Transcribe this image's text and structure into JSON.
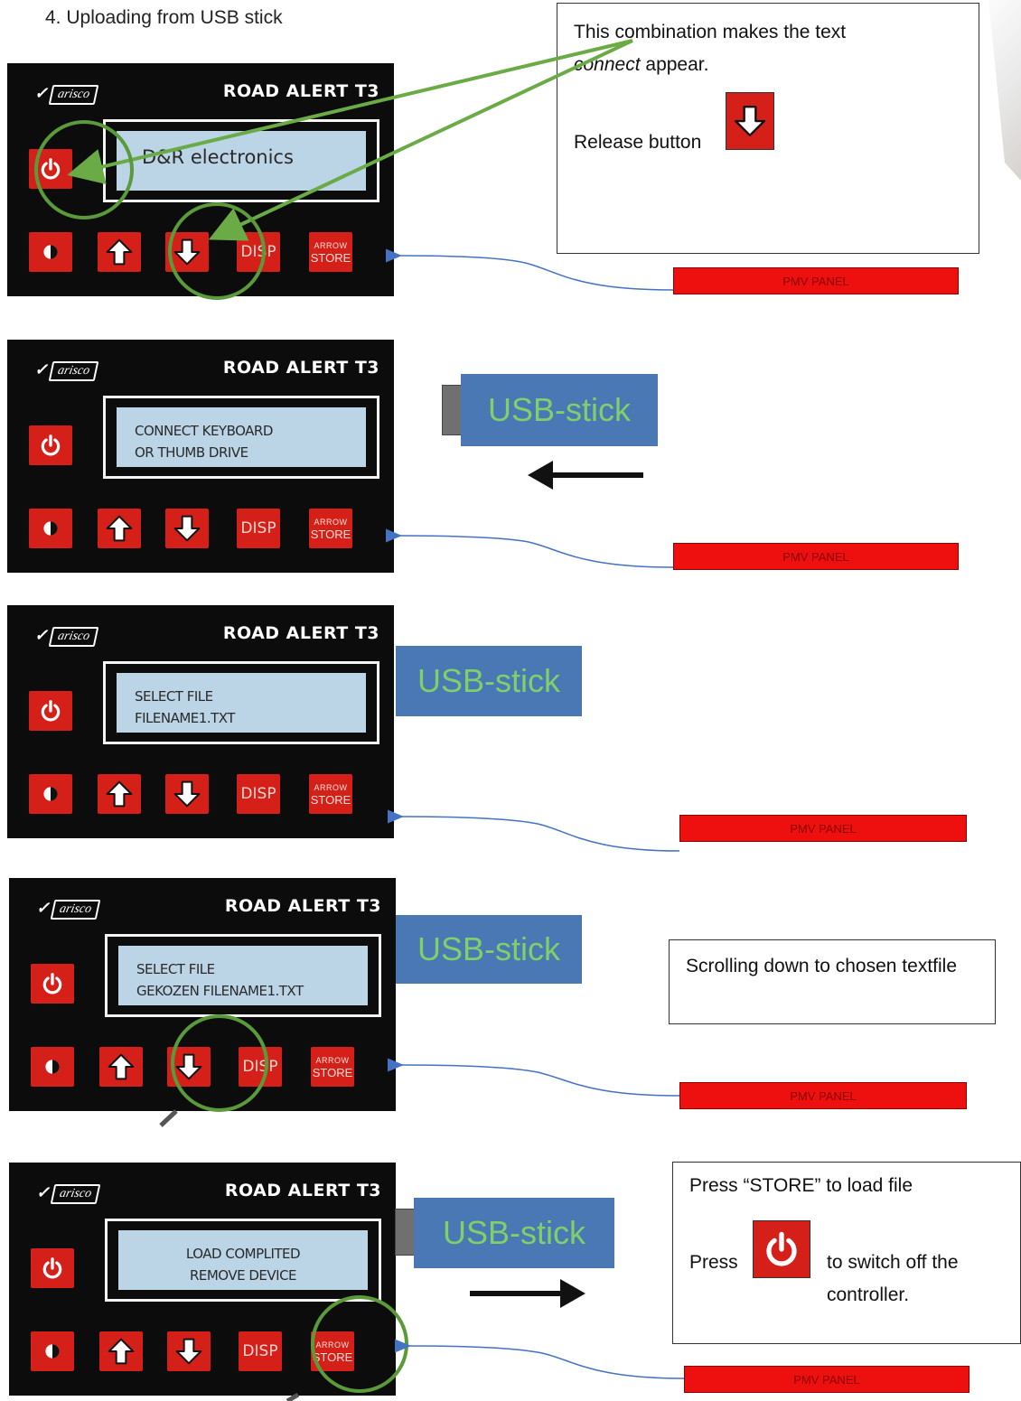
{
  "heading": "4.   Uploading from USB stick",
  "brand": {
    "logo": "arisco",
    "model": "ROAD ALERT T3"
  },
  "buttons": {
    "disp": "DISP",
    "store_top": "ARROW",
    "store_bottom": "STORE"
  },
  "usb_label": "USB-stick",
  "pmv_label": "PMV PANEL",
  "panels": [
    {
      "lcd_lines": [
        "D&R electronics"
      ]
    },
    {
      "lcd_lines": [
        "CONNECT KEYBOARD",
        "OR THUMB DRIVE"
      ]
    },
    {
      "lcd_lines": [
        "SELECT FILE",
        "FILENAME1.TXT"
      ]
    },
    {
      "lcd_lines": [
        "SELECT FILE",
        "GEKOZEN FILENAME1.TXT"
      ]
    },
    {
      "lcd_lines": [
        "LOAD COMPLITED",
        "REMOVE DEVICE"
      ]
    }
  ],
  "notes": {
    "combination": {
      "line1": "This combination makes the text",
      "line2_italic": "connect",
      "line2_rest": " appear.",
      "release": "Release button"
    },
    "scrolling": "Scrolling down to chosen textfile",
    "store": {
      "line1": "Press “STORE” to load file",
      "press": "Press",
      "switch_off": "to switch off the controller."
    }
  },
  "colors": {
    "button_red": "#d42018",
    "lcd_blue": "#bcd5e6",
    "usb_blue": "#4a78b4",
    "usb_text": "#7fd06a",
    "highlight_green": "#5a9a3a",
    "arrow_green": "#6aab46",
    "connector_blue": "#4472c4"
  }
}
